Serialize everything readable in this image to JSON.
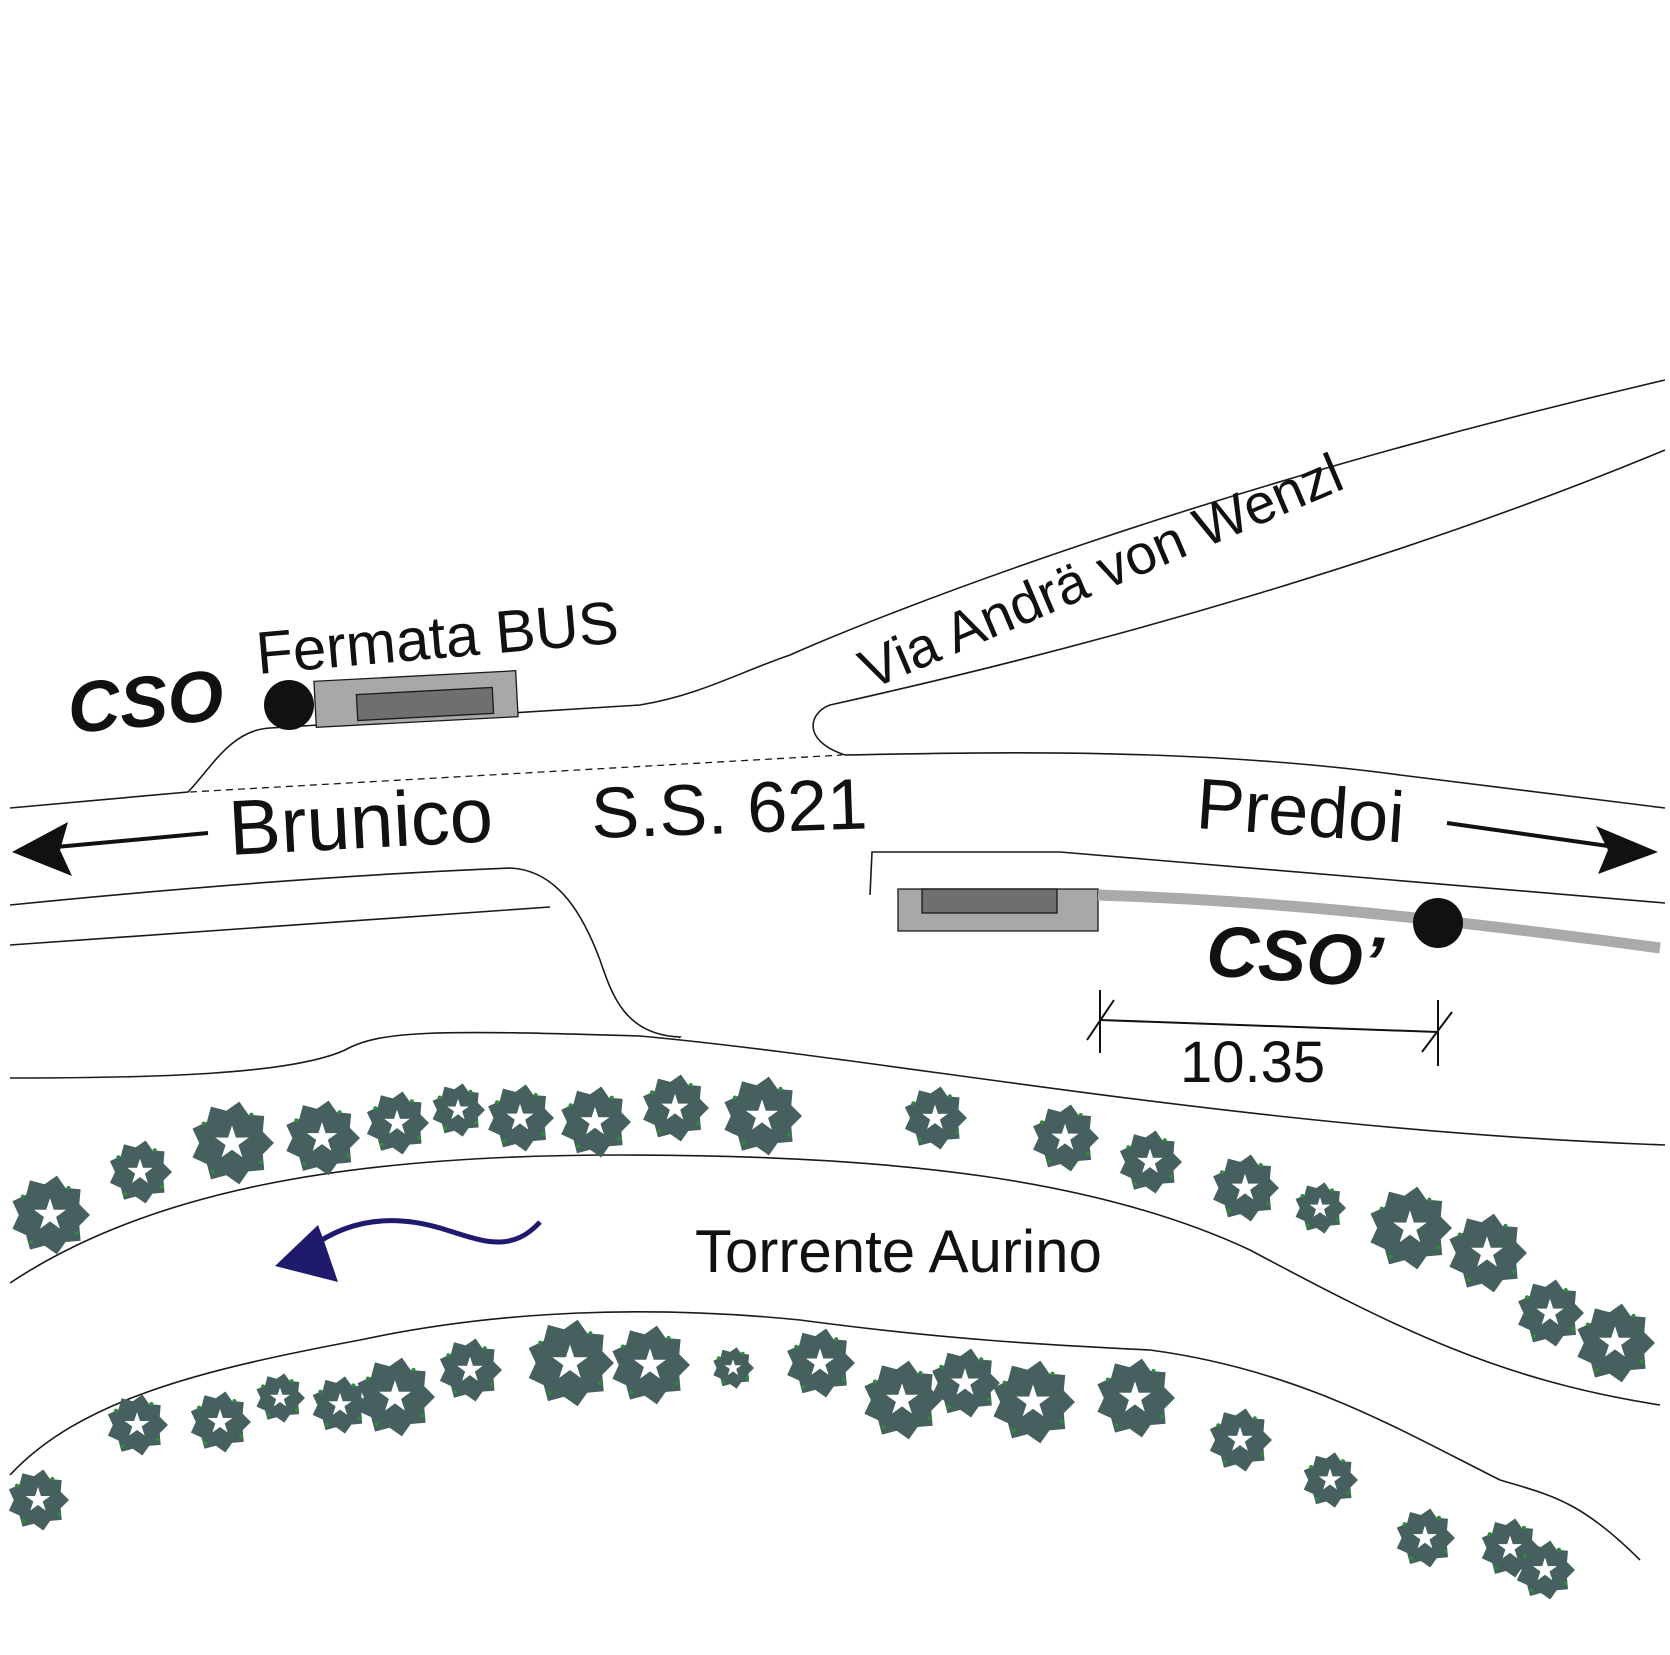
{
  "labels": {
    "cso": "CSO",
    "cso_prime": "CSO’",
    "fermata_bus": "Fermata BUS",
    "via_andra": "Via Andrä von Wenzl",
    "brunico": "Brunico",
    "ss621": "S.S. 621",
    "predoi": "Predoi",
    "torrente": "Torrente Aurino",
    "distance": "10.35"
  },
  "colors": {
    "line": "#1a1a1a",
    "tree": "#45605e",
    "tree_accent": "#2f8a3a",
    "river_arrow": "#1f1a6e",
    "bus_stop_outer": "#a8a8a8",
    "bus_stop_inner": "#6f6f6f",
    "path_gray": "#aaaaaa"
  },
  "icons": {
    "direction_left": "arrow-left-icon",
    "direction_right": "arrow-right-icon",
    "flow": "flow-arrow-icon",
    "vegetation": "tree-icon",
    "point": "point-marker-icon"
  }
}
